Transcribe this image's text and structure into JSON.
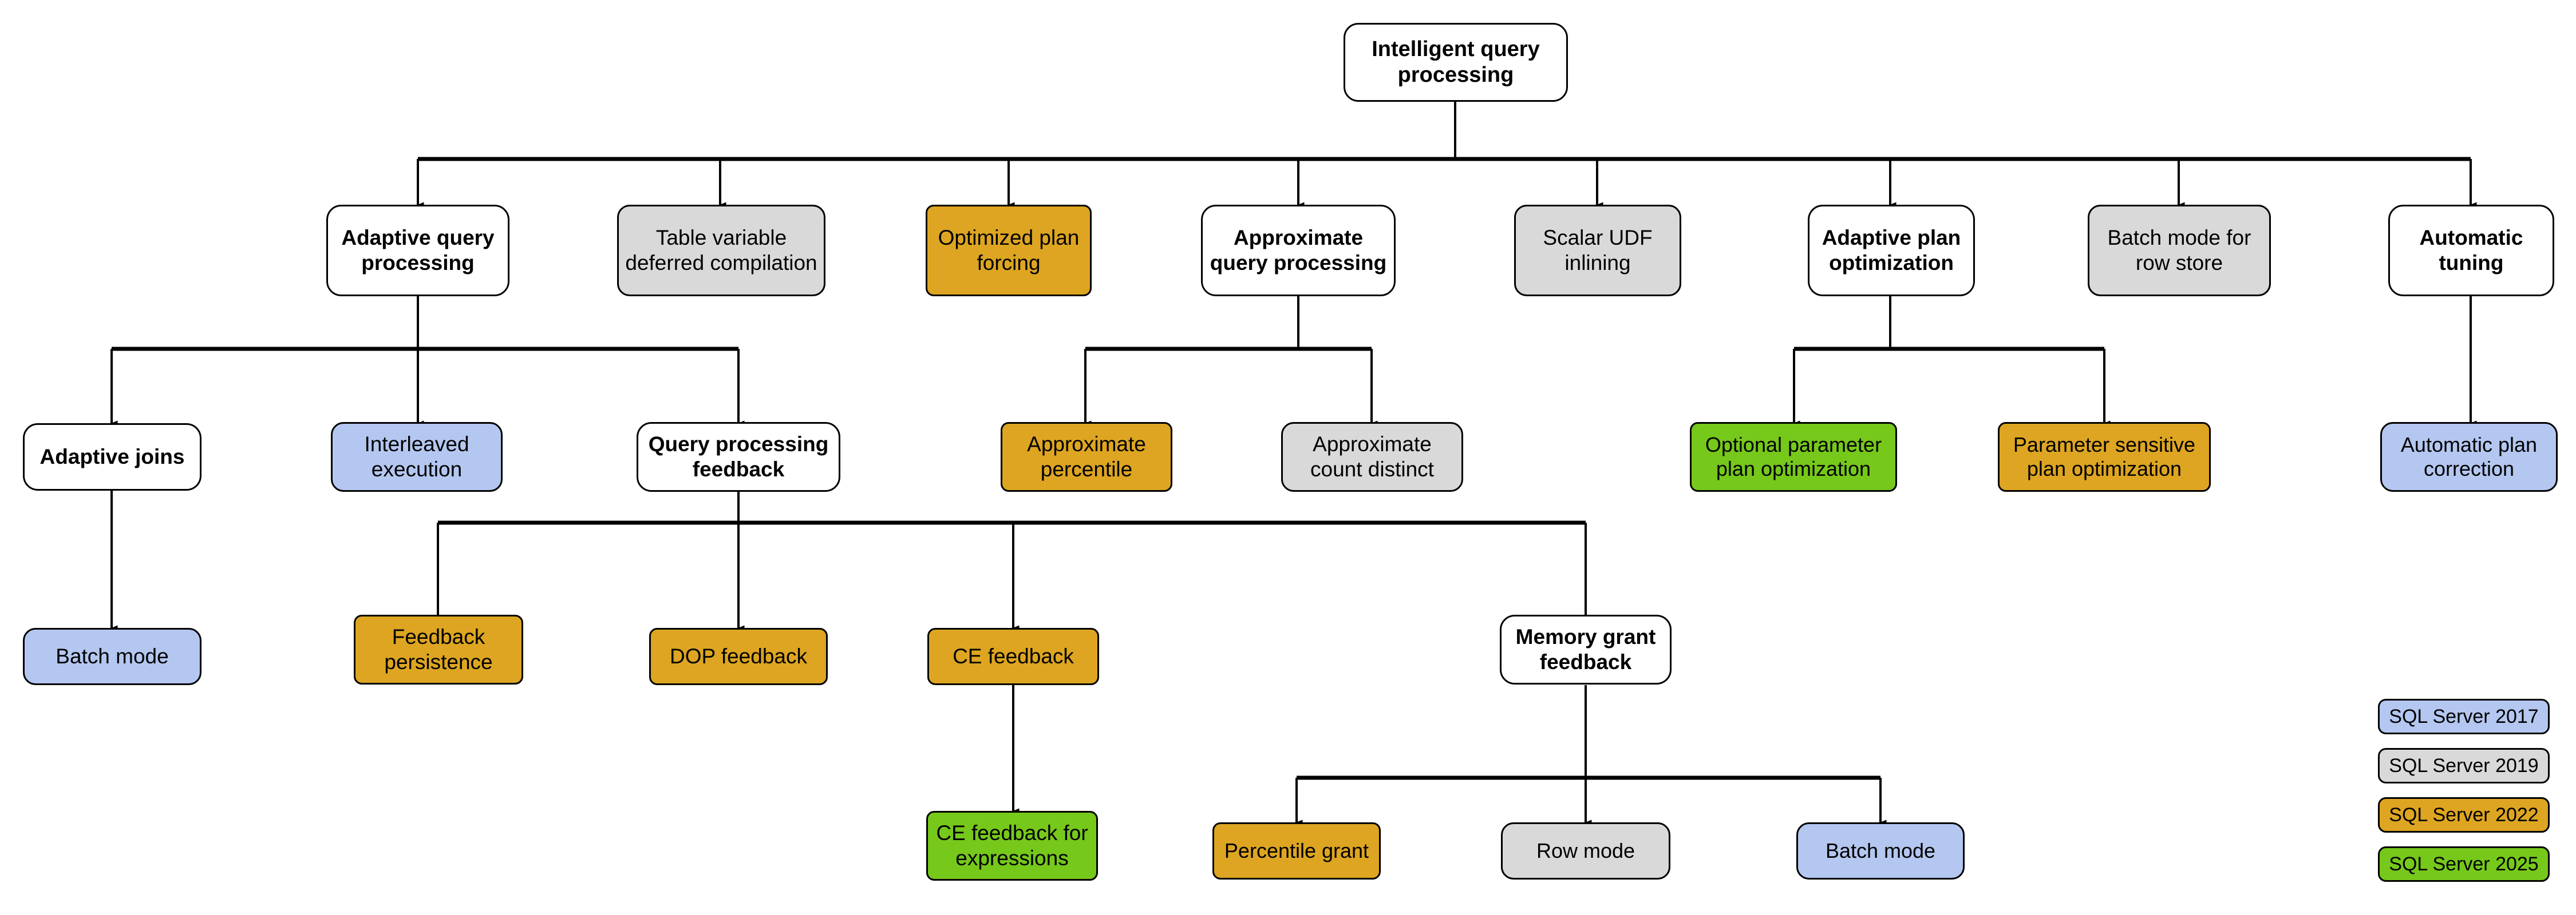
{
  "diagram": {
    "title": "Intelligent query processing",
    "root": {
      "id": "root",
      "label": "Intelligent query processing",
      "version": "none",
      "bold": true
    },
    "nodes": [
      {
        "id": "adaptive-query-processing",
        "label": "Adaptive query\nprocessing",
        "version": "none",
        "bold": true
      },
      {
        "id": "table-variable-deferred-compilation",
        "label": "Table variable\ndeferred compilation",
        "version": "2019",
        "bold": false
      },
      {
        "id": "optimized-plan-forcing",
        "label": "Optimized plan\nforcing",
        "version": "2022",
        "bold": false
      },
      {
        "id": "approximate-query-processing",
        "label": "Approximate\nquery processing",
        "version": "none",
        "bold": true
      },
      {
        "id": "scalar-udf-inlining",
        "label": "Scalar UDF\ninlining",
        "version": "2019",
        "bold": false
      },
      {
        "id": "adaptive-plan-optimization",
        "label": "Adaptive plan\noptimization",
        "version": "none",
        "bold": true
      },
      {
        "id": "batch-mode-for-row-store",
        "label": "Batch mode for\nrow store",
        "version": "2019",
        "bold": false
      },
      {
        "id": "automatic-tuning",
        "label": "Automatic\ntuning",
        "version": "none",
        "bold": true
      },
      {
        "id": "adaptive-joins",
        "label": "Adaptive joins",
        "version": "none",
        "bold": true
      },
      {
        "id": "interleaved-execution",
        "label": "Interleaved\nexecution",
        "version": "2017",
        "bold": false
      },
      {
        "id": "query-processing-feedback",
        "label": "Query processing\nfeedback",
        "version": "none",
        "bold": true
      },
      {
        "id": "approximate-percentile",
        "label": "Approximate\npercentile",
        "version": "2022",
        "bold": false
      },
      {
        "id": "approximate-count-distinct",
        "label": "Approximate\ncount distinct",
        "version": "2019",
        "bold": false
      },
      {
        "id": "optional-parameter-plan-optimization",
        "label": "Optional parameter\nplan optimization",
        "version": "2025",
        "bold": false
      },
      {
        "id": "parameter-sensitive-plan-optimization",
        "label": "Parameter sensitive\nplan optimization",
        "version": "2022",
        "bold": false
      },
      {
        "id": "automatic-plan-correction",
        "label": "Automatic plan\ncorrection",
        "version": "2017",
        "bold": false
      },
      {
        "id": "batch-mode",
        "label": "Batch mode",
        "version": "2017",
        "bold": false
      },
      {
        "id": "feedback-persistence",
        "label": "Feedback\npersistence",
        "version": "2022",
        "bold": false
      },
      {
        "id": "dop-feedback",
        "label": "DOP feedback",
        "version": "2022",
        "bold": false
      },
      {
        "id": "ce-feedback",
        "label": "CE feedback",
        "version": "2022",
        "bold": false
      },
      {
        "id": "memory-grant-feedback",
        "label": "Memory grant\nfeedback",
        "version": "none",
        "bold": true
      },
      {
        "id": "ce-feedback-for-expressions",
        "label": "CE feedback for\nexpressions",
        "version": "2025",
        "bold": false
      },
      {
        "id": "percentile-grant",
        "label": "Percentile grant",
        "version": "2022",
        "bold": false
      },
      {
        "id": "row-mode",
        "label": "Row mode",
        "version": "2019",
        "bold": false
      },
      {
        "id": "batch-mode-mgf",
        "label": "Batch mode",
        "version": "2017",
        "bold": false
      }
    ],
    "edges": [
      {
        "from": "root",
        "to": "adaptive-query-processing"
      },
      {
        "from": "root",
        "to": "table-variable-deferred-compilation"
      },
      {
        "from": "root",
        "to": "optimized-plan-forcing"
      },
      {
        "from": "root",
        "to": "approximate-query-processing"
      },
      {
        "from": "root",
        "to": "scalar-udf-inlining"
      },
      {
        "from": "root",
        "to": "adaptive-plan-optimization"
      },
      {
        "from": "root",
        "to": "batch-mode-for-row-store"
      },
      {
        "from": "root",
        "to": "automatic-tuning"
      },
      {
        "from": "adaptive-query-processing",
        "to": "adaptive-joins"
      },
      {
        "from": "adaptive-query-processing",
        "to": "interleaved-execution"
      },
      {
        "from": "adaptive-query-processing",
        "to": "query-processing-feedback"
      },
      {
        "from": "approximate-query-processing",
        "to": "approximate-percentile"
      },
      {
        "from": "approximate-query-processing",
        "to": "approximate-count-distinct"
      },
      {
        "from": "adaptive-plan-optimization",
        "to": "optional-parameter-plan-optimization"
      },
      {
        "from": "adaptive-plan-optimization",
        "to": "parameter-sensitive-plan-optimization"
      },
      {
        "from": "automatic-tuning",
        "to": "automatic-plan-correction"
      },
      {
        "from": "adaptive-joins",
        "to": "batch-mode"
      },
      {
        "from": "query-processing-feedback",
        "to": "feedback-persistence"
      },
      {
        "from": "query-processing-feedback",
        "to": "dop-feedback"
      },
      {
        "from": "query-processing-feedback",
        "to": "ce-feedback"
      },
      {
        "from": "query-processing-feedback",
        "to": "memory-grant-feedback"
      },
      {
        "from": "ce-feedback",
        "to": "ce-feedback-for-expressions"
      },
      {
        "from": "memory-grant-feedback",
        "to": "percentile-grant"
      },
      {
        "from": "memory-grant-feedback",
        "to": "row-mode"
      },
      {
        "from": "memory-grant-feedback",
        "to": "batch-mode-mgf"
      }
    ]
  },
  "legend": {
    "items": [
      {
        "id": "legend-sql-server-2017",
        "label": "SQL Server 2017",
        "version": "2017",
        "color": "#b4c7f0"
      },
      {
        "id": "legend-sql-server-2019",
        "label": "SQL Server 2019",
        "version": "2019",
        "color": "#d9d9d9"
      },
      {
        "id": "legend-sql-server-2022",
        "label": "SQL Server 2022",
        "version": "2022",
        "color": "#dda521"
      },
      {
        "id": "legend-sql-server-2025",
        "label": "SQL Server 2025",
        "version": "2025",
        "color": "#76c81b"
      }
    ]
  },
  "colors": {
    "v2017": "#b4c7f0",
    "v2019": "#d9d9d9",
    "v2022": "#dda521",
    "v2025": "#76c81b",
    "default": "#ffffff",
    "stroke": "#000000"
  }
}
